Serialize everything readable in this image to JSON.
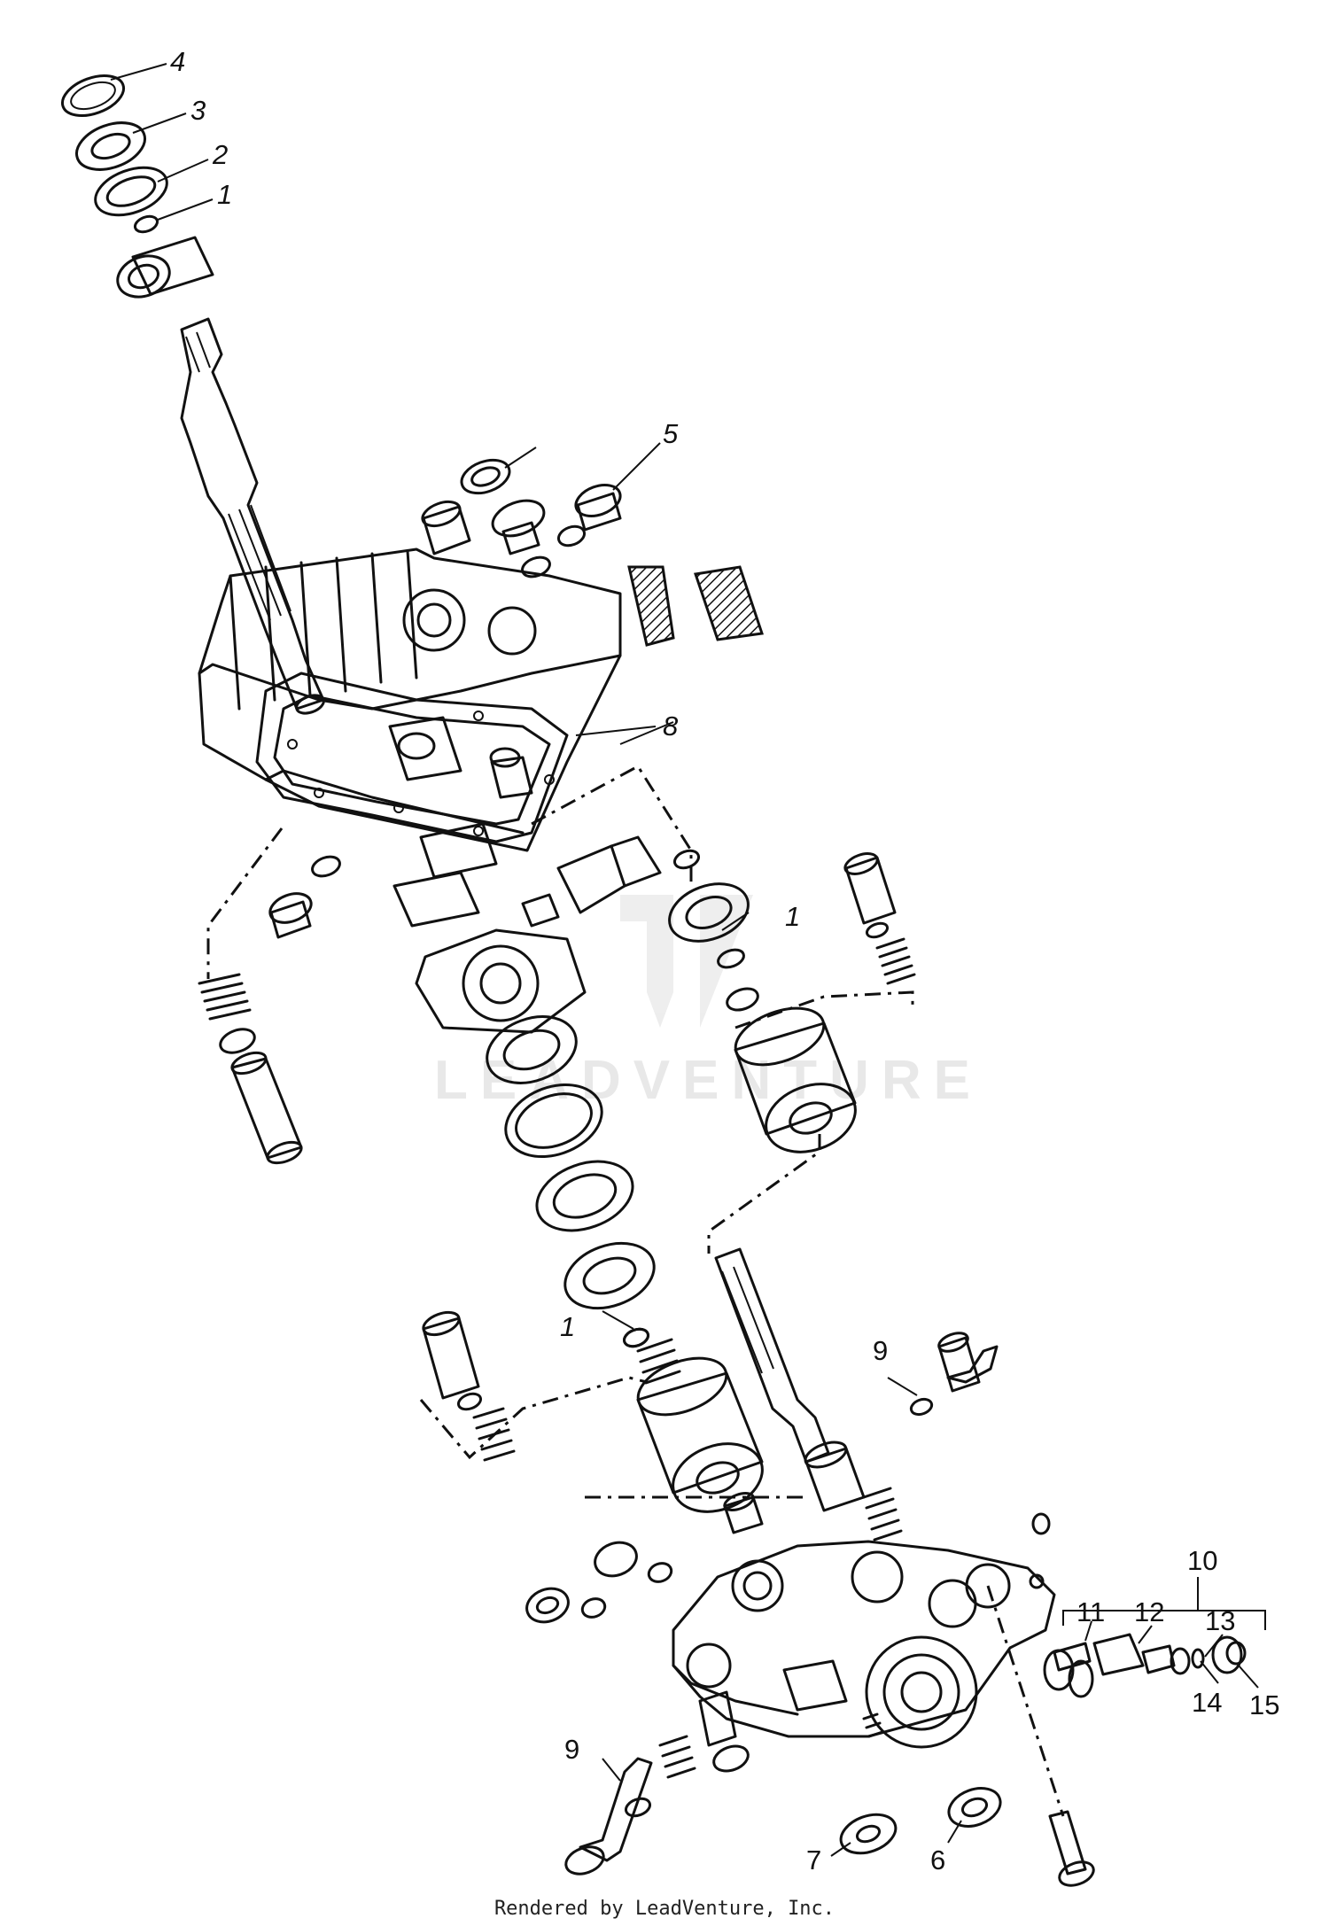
{
  "watermark": "LEADVENTURE",
  "footer": "Rendered by LeadVenture, Inc.",
  "callouts": [
    {
      "id": "c4",
      "text": "4"
    },
    {
      "id": "c3",
      "text": "3"
    },
    {
      "id": "c2",
      "text": "2"
    },
    {
      "id": "c1a",
      "text": "1"
    },
    {
      "id": "c5",
      "text": "5"
    },
    {
      "id": "c8",
      "text": "8"
    },
    {
      "id": "c1b",
      "text": "1"
    },
    {
      "id": "c1c",
      "text": "1"
    },
    {
      "id": "c9a",
      "text": "9"
    },
    {
      "id": "c10",
      "text": "10"
    },
    {
      "id": "c11",
      "text": "11"
    },
    {
      "id": "c12",
      "text": "12"
    },
    {
      "id": "c13",
      "text": "13"
    },
    {
      "id": "c14",
      "text": "14"
    },
    {
      "id": "c15",
      "text": "15"
    },
    {
      "id": "c9b",
      "text": "9"
    },
    {
      "id": "c7",
      "text": "7"
    },
    {
      "id": "c6",
      "text": "6"
    }
  ]
}
